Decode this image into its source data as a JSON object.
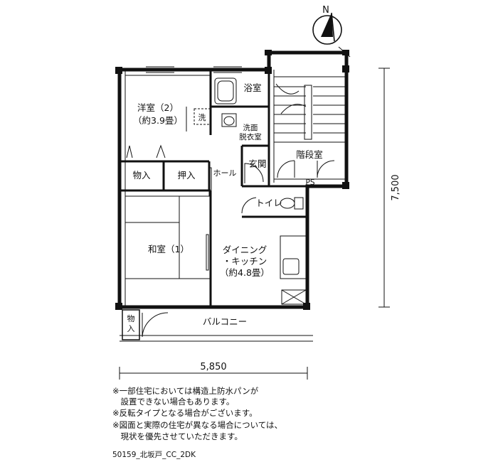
{
  "rooms": {
    "western_room": "洋室（2）",
    "western_room_size": "（約3.9畳）",
    "bathroom": "浴室",
    "wash_mark": "洗",
    "washroom_line1": "洗面",
    "washroom_line2": "脱衣室",
    "stairwell": "階段室",
    "storage_1": "物入",
    "closet": "押入",
    "hall": "ホール",
    "entrance": "玄関",
    "ps": "PS",
    "toilet": "トイレ",
    "japanese_room": "和室（1）",
    "dining_line1": "ダイニング",
    "dining_line2": "・キッチン",
    "dining_size": "（約4.8畳）",
    "storage_2_line1": "物",
    "storage_2_line2": "入",
    "balcony": "バルコニー"
  },
  "compass": {
    "label": "N"
  },
  "dimensions": {
    "height": "7,500",
    "width": "5,850"
  },
  "notes": [
    "※一部住宅においては構造上防水パンが",
    "　設置できない場合もあります。",
    "※反転タイプとなる場合がございます。",
    "※図面と実際の住宅が異なる場合については、",
    "　現状を優先させていただきます。"
  ],
  "plan_code": "50159_北坂戸_CC_2DK"
}
